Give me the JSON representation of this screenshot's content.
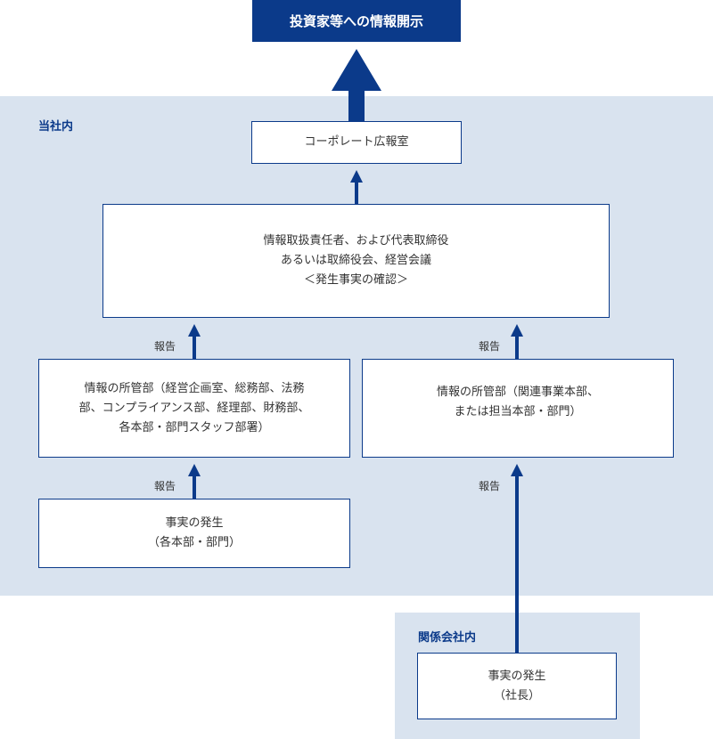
{
  "diagram": {
    "top_banner": "投資家等への情報開示",
    "internal_region_label": "当社内",
    "affiliate_region_label": "関係会社内",
    "pr_office": "コーポレート広報室",
    "officer_box": {
      "lines": [
        "情報取扱責任者、および代表取締役",
        "あるいは取締役会、経営会議",
        "＜発生事実の確認＞"
      ]
    },
    "dept_left": {
      "lines": [
        "情報の所管部（経営企画室、総務部、法務",
        "部、コンプライアンス部、経理部、財務部、",
        "各本部・部門スタッフ部署）"
      ]
    },
    "dept_right": {
      "lines": [
        "情報の所管部（関連事業本部、",
        "または担当本部・部門）"
      ]
    },
    "event_left": {
      "lines": [
        "事実の発生",
        "（各本部・部門）"
      ]
    },
    "event_affiliate": {
      "lines": [
        "事実の発生",
        "（社長）"
      ]
    },
    "report_label": "報告"
  },
  "colors": {
    "accent": "#0b3a8a",
    "region_bg": "#d9e3ef"
  }
}
